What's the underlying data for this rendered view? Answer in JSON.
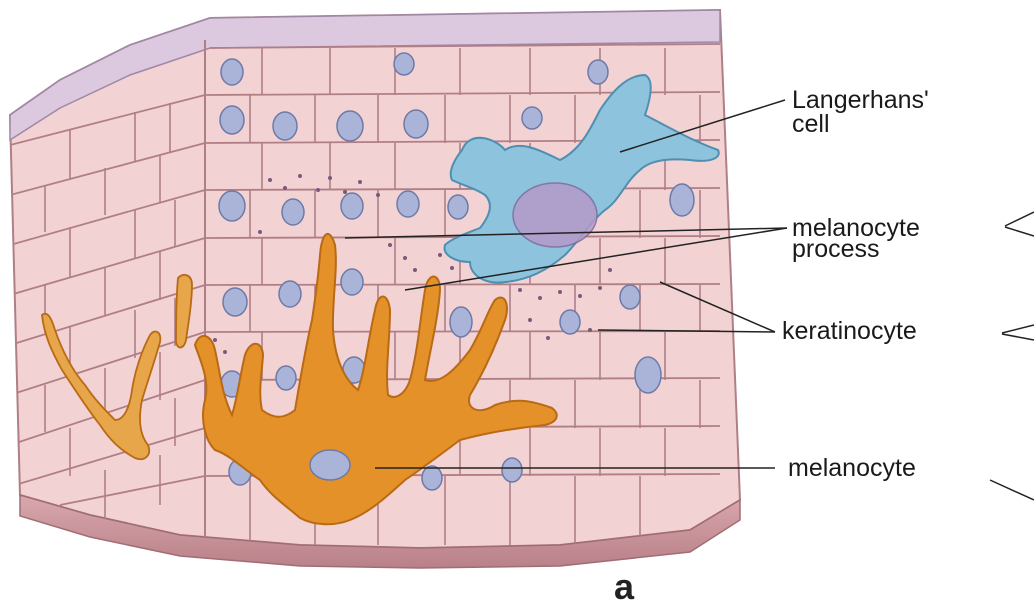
{
  "labels": {
    "langerhans_line1": "Langerhans'",
    "langerhans_line2": "cell",
    "melanocyte_process_line1": "melanocyte",
    "melanocyte_process_line2": "process",
    "keratinocyte": "keratinocyte",
    "melanocyte": "melanocyte",
    "figure_letter_partial": "a"
  },
  "colors": {
    "keratinocyte_fill": "#f3d3d3",
    "keratinocyte_border": "#b07f86",
    "nucleus": "#a9b4d8",
    "stratum_corneum": "#d9c7dd",
    "langerhans_cell": "#8ec3dd",
    "melanocyte": "#e5912a",
    "melanin_granule": "#7a5a7a"
  }
}
